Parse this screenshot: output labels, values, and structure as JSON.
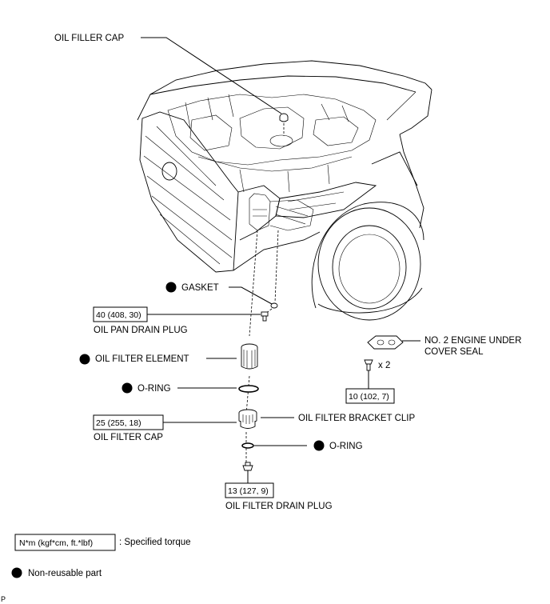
{
  "labels": {
    "oil_filler_cap": "OIL FILLER CAP",
    "gasket": "GASKET",
    "oil_pan_drain_plug": "OIL PAN DRAIN PLUG",
    "oil_filter_element": "OIL FILTER ELEMENT",
    "o_ring_upper": "O-RING",
    "oil_filter_cap": "OIL FILTER CAP",
    "oil_filter_bracket_clip": "OIL FILTER BRACKET CLIP",
    "o_ring_lower": "O-RING",
    "oil_filter_drain_plug": "OIL FILTER DRAIN PLUG",
    "engine_under_cover_seal_1": "NO. 2 ENGINE UNDER",
    "engine_under_cover_seal_2": "COVER SEAL",
    "quantity": "x 2"
  },
  "torques": {
    "oil_pan_drain_plug": "40 (408, 30)",
    "oil_filter_cap": "25 (255, 18)",
    "oil_filter_drain_plug": "13 (127, 9)",
    "cover_seal_clip": "10 (102, 7)"
  },
  "legend": {
    "torque_unit": "N*m (kgf*cm, ft.*lbf)",
    "torque_desc": ": Specified torque",
    "nonreusable_desc": "Non-reusable part"
  },
  "corner_mark": "P",
  "colors": {
    "line": "#000000",
    "background": "#ffffff",
    "nonreusable_marker": "#000000"
  }
}
